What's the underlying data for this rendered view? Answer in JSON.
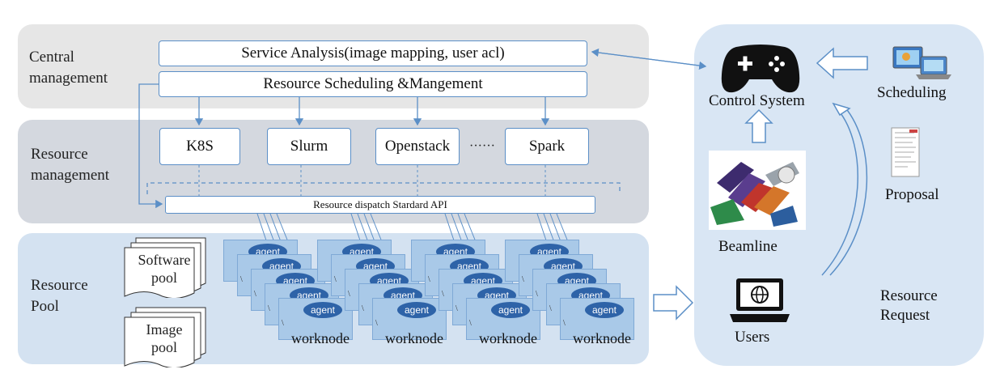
{
  "bands": {
    "central": "Central\nmanagement",
    "resource_mgmt": "Resource\nmanagement",
    "resource_pool": "Resource\nPool"
  },
  "central": {
    "service_analysis": "Service Analysis(image mapping, user acl)",
    "scheduling": "Resource Scheduling &Mangement"
  },
  "resource_mgmt": {
    "systems": [
      "K8S",
      "Slurm",
      "Openstack",
      "Spark"
    ],
    "ellipsis": "······",
    "api": "Resource dispatch Stardard API"
  },
  "pool": {
    "software_pool": "Software\npool",
    "image_pool": "Image\npool",
    "agent_label": "agent",
    "worknode_label": "worknode"
  },
  "right": {
    "control_system": "Control System",
    "scheduling": "Scheduling",
    "proposal": "Proposal",
    "beamline": "Beamline",
    "users": "Users",
    "resource_request": "Resource\nRequest"
  },
  "colors": {
    "central_band": "#e6e6e6",
    "resource_mgmt_band": "#d4d8df",
    "resource_pool_band": "#d4e2f1",
    "right_panel": "#d9e6f4",
    "arrow": "#5b8fc7"
  }
}
